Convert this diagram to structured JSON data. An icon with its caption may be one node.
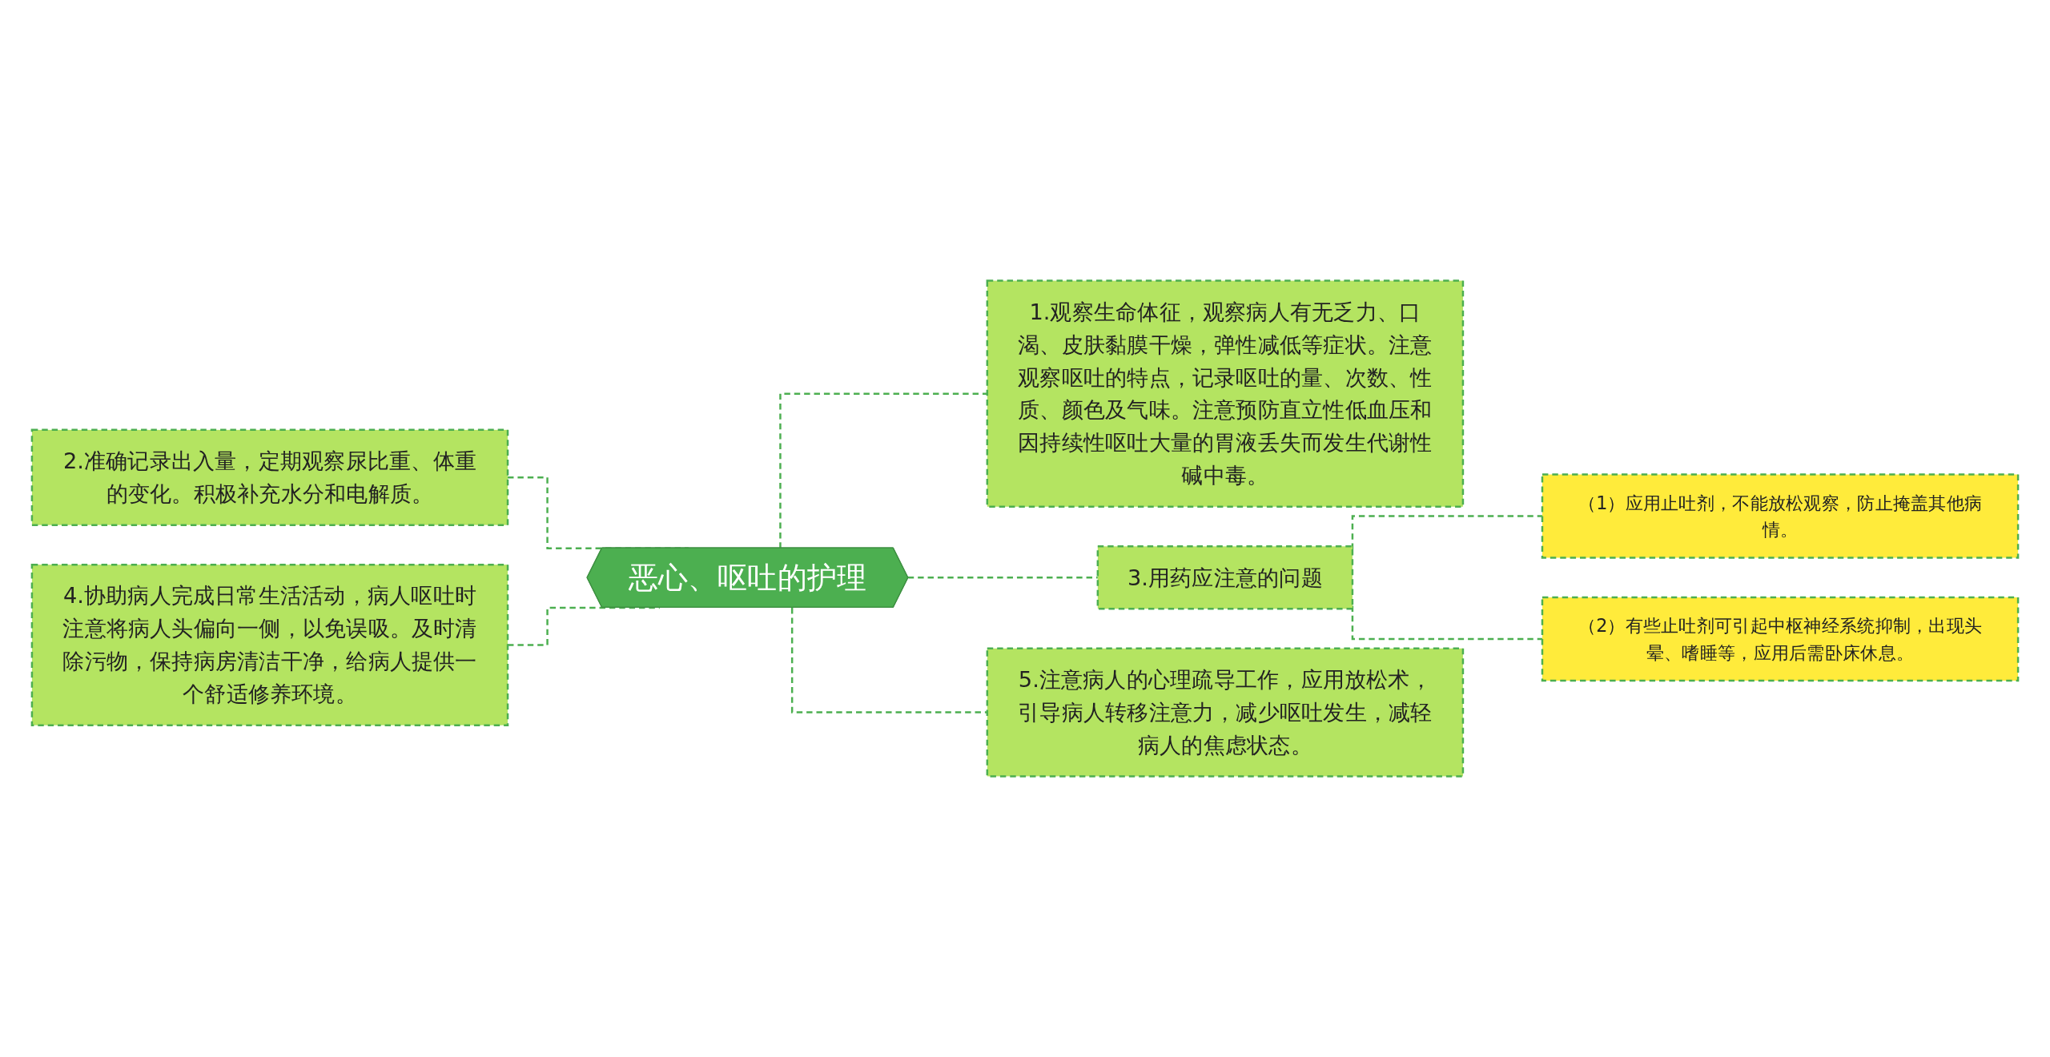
{
  "diagram": {
    "nodes": [
      {
        "text": [
          "恶心、呕吐的护理"
        ]
      },
      {
        "text": [
          "1.观察生命体征，观察病人有无乏力、口渴、皮肤黏膜干燥，弹性减低等症状。注意观察呕吐的特点，记录呕吐的量、次数、性质、颜色及气味。注意预防直立性低血压和因持续性呕吐大量的胃液丢失而发生代谢性碱中毒。"
        ]
      },
      {
        "text": [
          "2.准确记录出入量，定期观察尿比重、体重的变化。积极补充水分和电解质。"
        ]
      },
      {
        "text": [
          "3.用药应注意的问题"
        ]
      },
      {
        "text": [
          "（1）应用止吐剂，不能放松观察，防止掩盖其他病情。"
        ]
      },
      {
        "text": [
          "（2）有些止吐剂可引起中枢神经系统抑制，出现头晕、嗜睡等，应用后需卧床休息。"
        ]
      },
      {
        "text": [
          "4.协助病人完成日常生活活动，病人呕吐时注意将病人头偏向一侧，以免误吸。及时清除污物，保持病房清洁干净，给病人提供一个舒适修养环境。"
        ]
      },
      {
        "text": [
          "5.注意病人的心理疏导工作，应用放松术，引导病人转移注意力，减少呕吐发生，减轻病人的焦虑状态。"
        ]
      }
    ],
    "edges": [
      {
        "from": 0,
        "to": 1,
        "arrow": "none",
        "style": "dashed"
      },
      {
        "from": 0,
        "to": 2,
        "arrow": "none",
        "style": "dashed"
      },
      {
        "from": 0,
        "to": 3,
        "arrow": "none",
        "style": "dashed"
      },
      {
        "from": 3,
        "to": 4,
        "arrow": "none",
        "style": "dashed"
      },
      {
        "from": 3,
        "to": 5,
        "arrow": "none",
        "style": "dashed"
      },
      {
        "from": 0,
        "to": 6,
        "arrow": "none",
        "style": "dashed"
      },
      {
        "from": 0,
        "to": 7,
        "arrow": "none",
        "style": "dashed"
      }
    ]
  }
}
